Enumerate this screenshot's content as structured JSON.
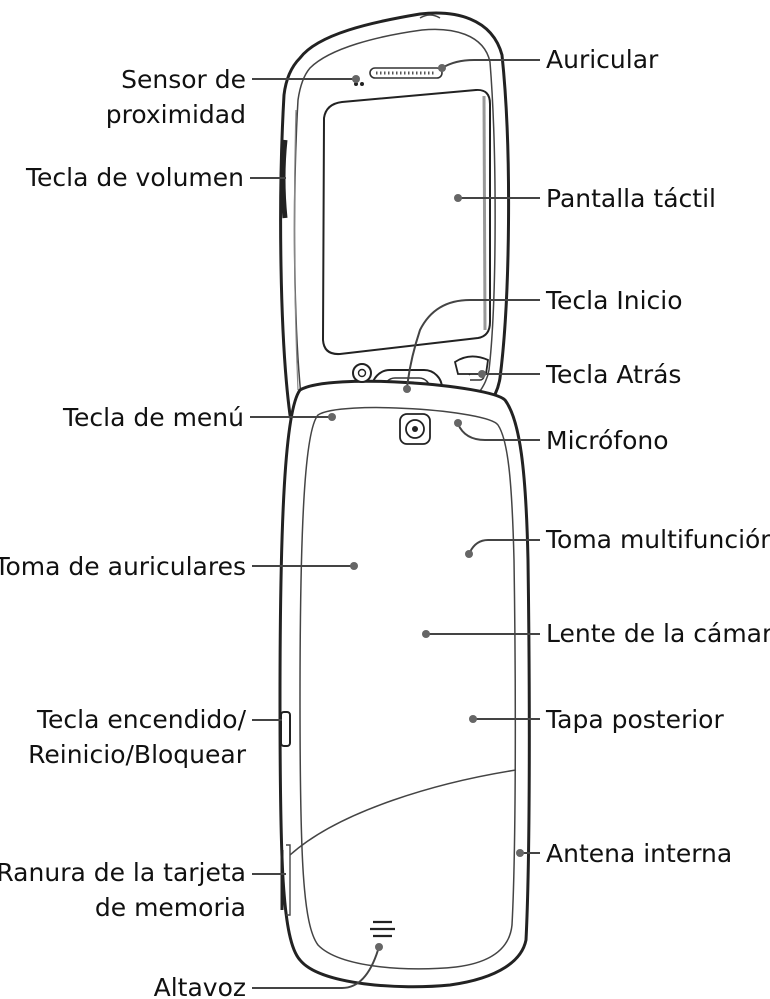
{
  "front_labels": {
    "proximity_sensor_line1": "Sensor de",
    "proximity_sensor_line2": "proximidad",
    "volume_key": "Tecla de volumen",
    "menu_key": "Tecla de menú",
    "earpiece": "Auricular",
    "touch_screen": "Pantalla táctil",
    "home_key": "Tecla Inicio",
    "back_key": "Tecla Atrás",
    "microphone": "Micrófono"
  },
  "back_labels": {
    "headset_jack": "Toma de auriculares",
    "power_key_line1": "Tecla encendido/",
    "power_key_line2": "Reinicio/Bloquear",
    "card_slot_line1": "Ranura de la tarjeta",
    "card_slot_line2": "de memoria",
    "speaker": "Altavoz",
    "multifunction_jack": "Toma multifunción",
    "camera_lens": "Lente de la cámara",
    "back_cover": "Tapa posterior",
    "internal_antenna": "Antena interna"
  }
}
